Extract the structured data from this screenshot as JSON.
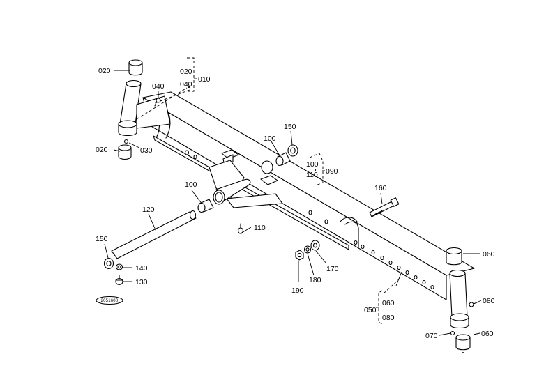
{
  "diagram": {
    "badge": "2051600",
    "labels": {
      "p020_top": "020",
      "p020_bottom": "020",
      "p020_group": "020",
      "p040": "040",
      "p040_group": "040",
      "p010": "010",
      "p030": "030",
      "p100_right": "100",
      "p150_right": "150",
      "p100_group": "100",
      "p110_group": "110",
      "p090": "090",
      "p100_left": "100",
      "p120": "120",
      "p110": "110",
      "p160": "160",
      "p150_left": "150",
      "p140": "140",
      "p130": "130",
      "p060_top": "060",
      "p060_bottom": "060",
      "p080": "080",
      "p070": "070",
      "p190": "190",
      "p180": "180",
      "p170": "170",
      "p050": "050",
      "p060_group": "060",
      "p080_group": "080"
    }
  }
}
